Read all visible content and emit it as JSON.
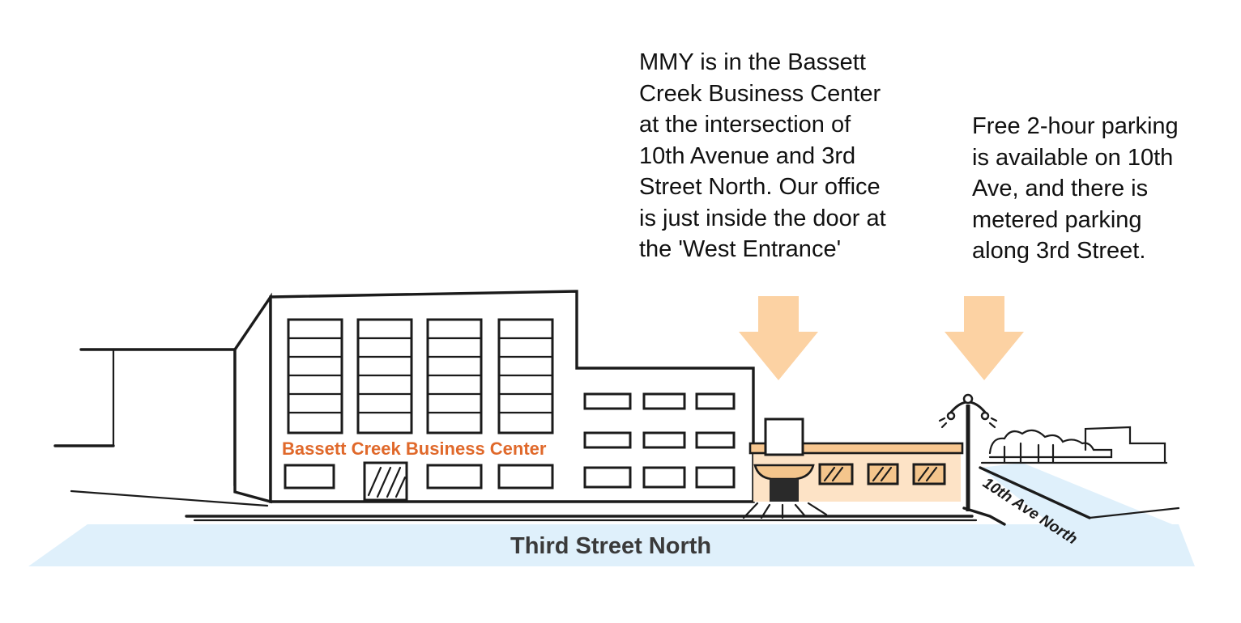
{
  "captions": {
    "entrance": "MMY is in the Bassett\nCreek Business Center\nat the intersection of\n10th Avenue and 3rd\nStreet North. Our office\nis just inside the door at\nthe 'West Entrance'",
    "parking": "Free 2-hour parking\nis available on 10th\nAve, and there is\nmetered parking\nalong 3rd Street."
  },
  "labels": {
    "building_sign": "Bassett Creek Business Center",
    "main_street": "Third Street North",
    "side_street": "10th Ave North"
  },
  "markers": [
    {
      "name": "west-entrance-arrow",
      "target": "West Entrance"
    },
    {
      "name": "parking-arrow",
      "target": "10th Ave"
    }
  ],
  "colors": {
    "street_fill": "#dff0fb",
    "arrow_fill": "#fcd2a3",
    "entrance_tint": "#fde3c6",
    "sign_text": "#e0692b",
    "street_label": "#3a3a3a",
    "ink": "#1b1b1b"
  }
}
